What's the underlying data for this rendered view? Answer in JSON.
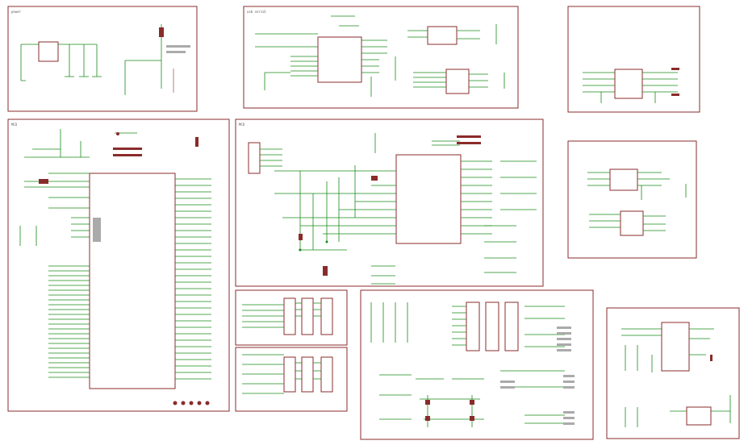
{
  "sheets": [
    {
      "id": "sheet-power",
      "title": "power"
    },
    {
      "id": "sheet-usb-serial",
      "title": "usb serial"
    },
    {
      "id": "sheet-small-ic",
      "title": ""
    },
    {
      "id": "sheet-mcu",
      "title": "MCU"
    },
    {
      "id": "sheet-mid",
      "title": "MCU"
    },
    {
      "id": "sheet-right-mid",
      "title": ""
    },
    {
      "id": "sheet-connectors-a",
      "title": ""
    },
    {
      "id": "sheet-connectors-b",
      "title": ""
    },
    {
      "id": "sheet-headers",
      "title": ""
    },
    {
      "id": "sheet-reg",
      "title": ""
    }
  ],
  "colors": {
    "frame": "#8a2b2b",
    "wire": "#1a8a1a",
    "background": "#ffffff"
  },
  "icons": {
    "chip": "ic-symbol-icon",
    "junction": "junction-dot-icon"
  }
}
